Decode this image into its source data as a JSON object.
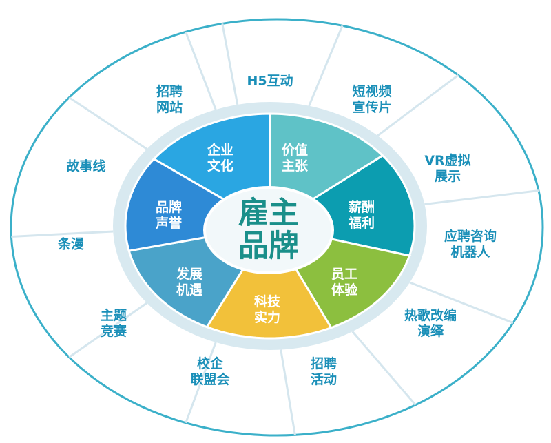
{
  "center": {
    "label": "雇主\n品牌",
    "color": "#1a8f8a"
  },
  "inner_segments": [
    {
      "label": "价值\n主张",
      "color": "#5fc2c7"
    },
    {
      "label": "薪酬\n福利",
      "color": "#0c9db0"
    },
    {
      "label": "员工\n体验",
      "color": "#8cbf3f"
    },
    {
      "label": "科技\n实力",
      "color": "#f2c13a"
    },
    {
      "label": "发展\n机遇",
      "color": "#4aa3c9"
    },
    {
      "label": "品牌\n声誉",
      "color": "#2e8ad6"
    },
    {
      "label": "企业\n文化",
      "color": "#2aa6e2"
    }
  ],
  "outer_items": [
    {
      "label": "H5互动"
    },
    {
      "label": "短视频\n宣传片"
    },
    {
      "label": "VR虚拟\n展示"
    },
    {
      "label": "应聘咨询\n机器人"
    },
    {
      "label": "热歌改编\n演绎"
    },
    {
      "label": "招聘\n活动"
    },
    {
      "label": "校企\n联盟会"
    },
    {
      "label": "主题\n竞赛"
    },
    {
      "label": "条漫"
    },
    {
      "label": "故事线"
    },
    {
      "label": "招聘\n网站"
    }
  ],
  "colors": {
    "outer_ring": "#3bb0c9",
    "outer_ring_right": "#9cc94a",
    "divider": "#d5e6ee",
    "halo": "#d8e9f0"
  }
}
